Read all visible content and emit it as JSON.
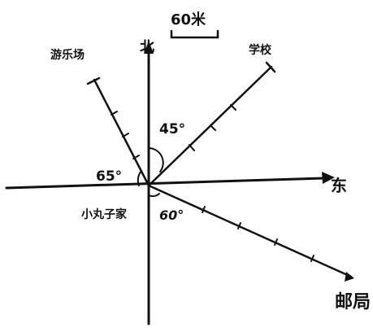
{
  "scale": {
    "label": "60米"
  },
  "compass": {
    "north": "北",
    "east": "东"
  },
  "origin": {
    "label": "小丸子家"
  },
  "places": {
    "park": {
      "label": "游乐场",
      "angle_label": "65°"
    },
    "school": {
      "label": "学校",
      "angle_label": "45°"
    },
    "post_office": {
      "label": "邮局",
      "angle_label": "60°"
    }
  },
  "colors": {
    "ink": "#111111",
    "background": "#ffffff"
  }
}
